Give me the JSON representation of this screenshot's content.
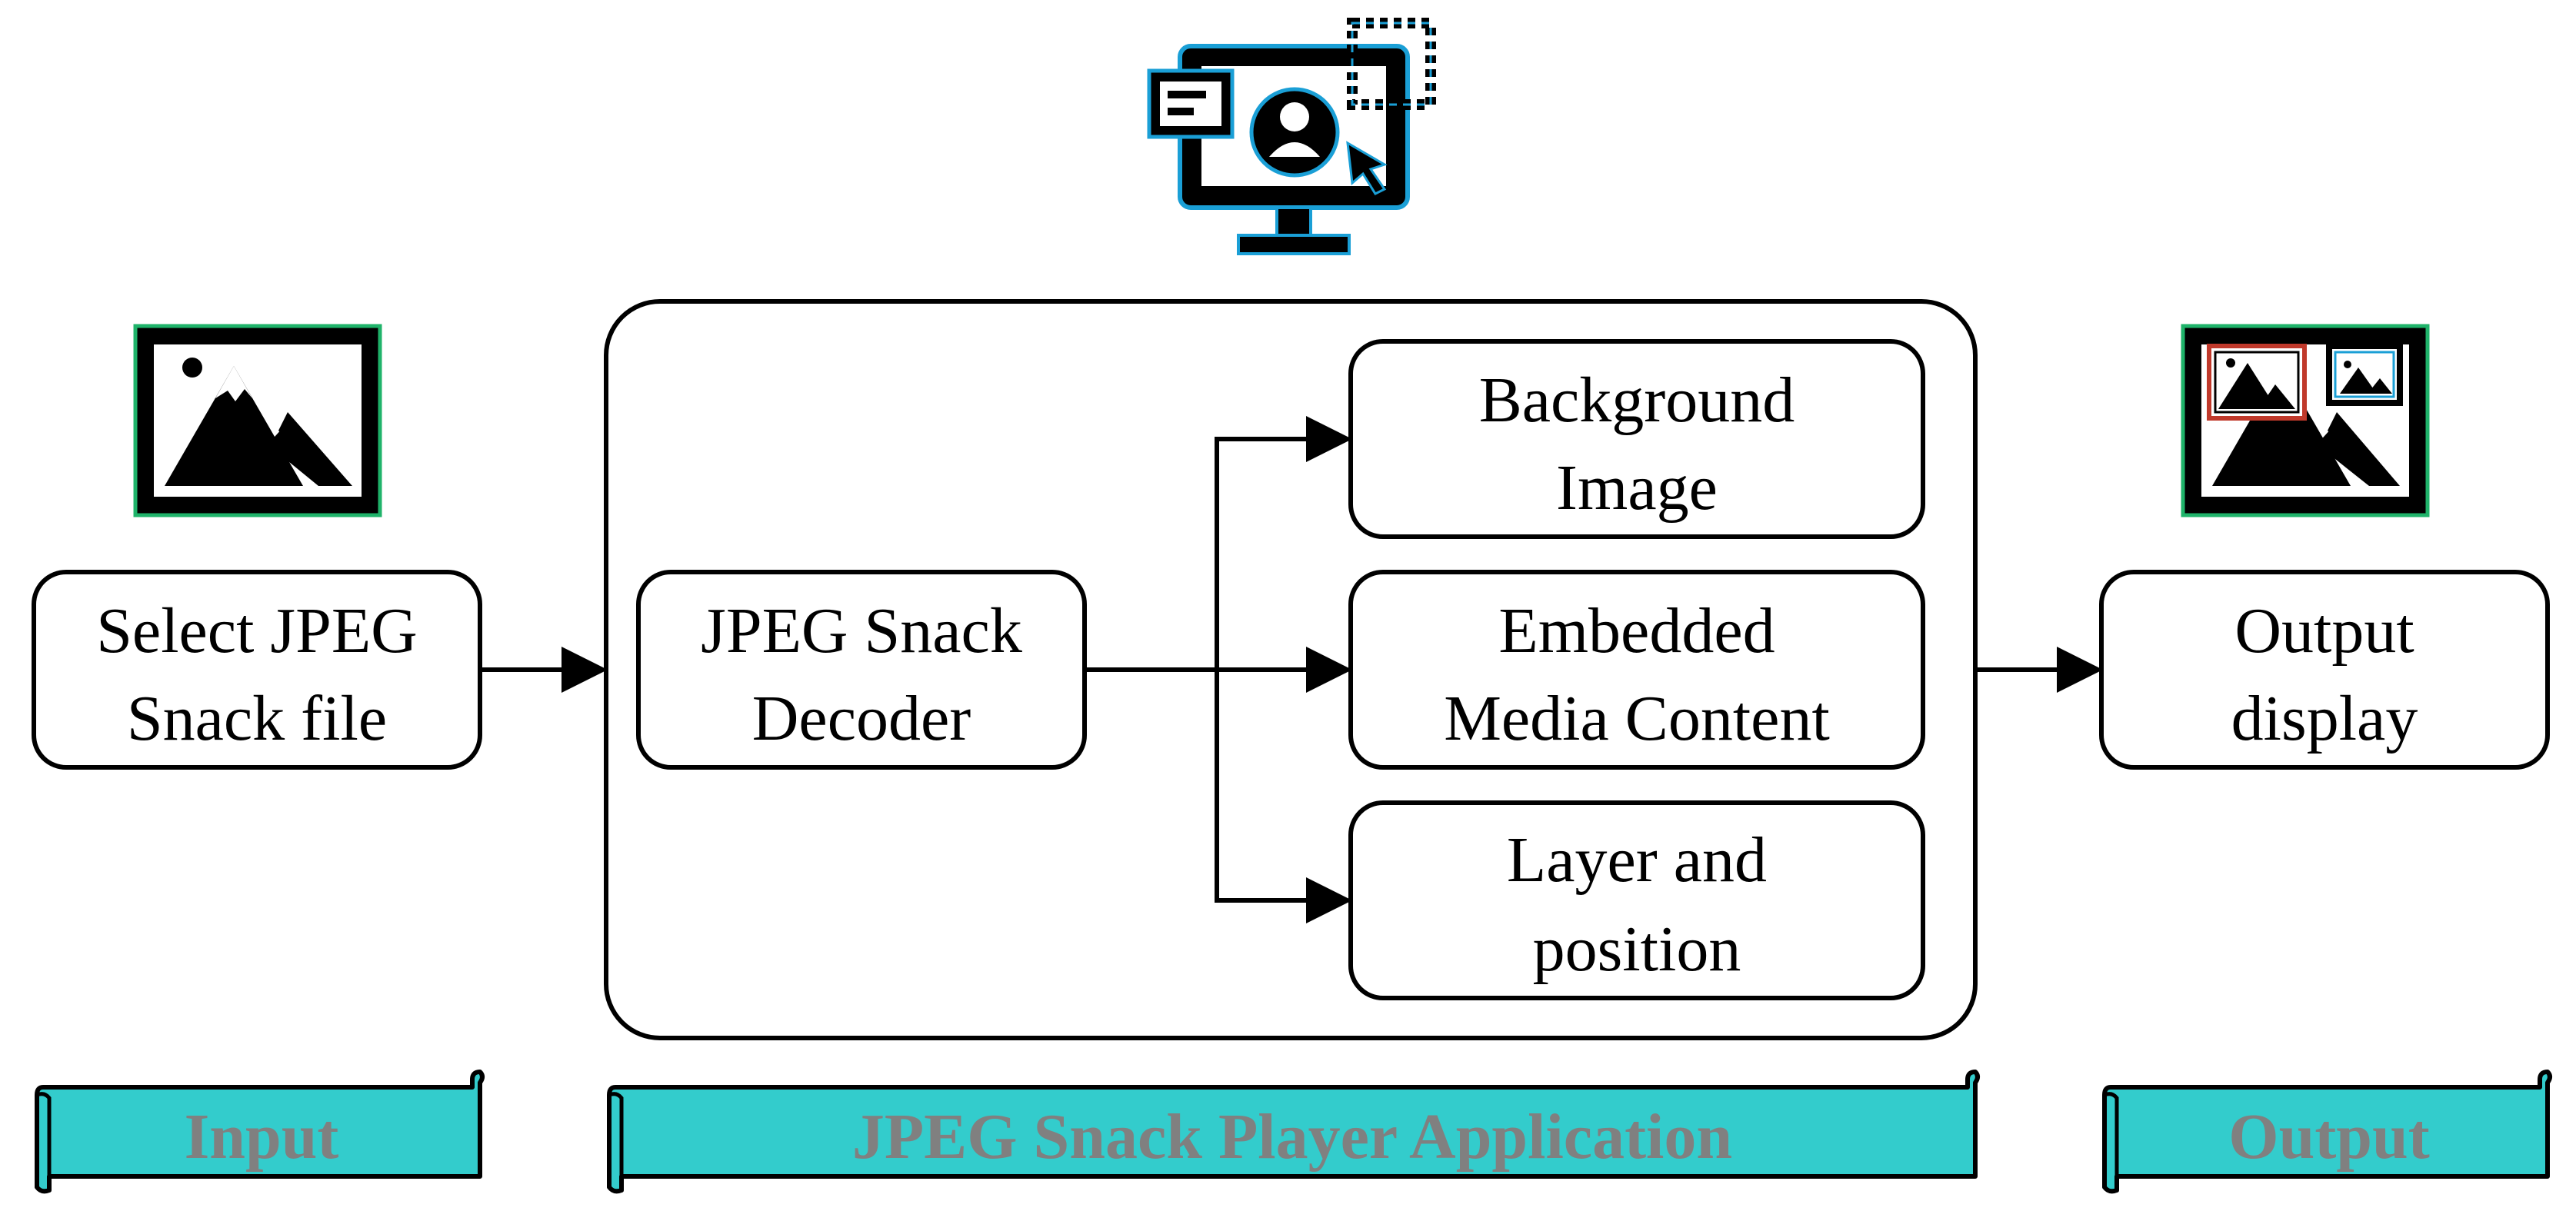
{
  "colors": {
    "stroke": "#000000",
    "banner_fill": "#33CCCC",
    "banner_text": "#808080",
    "icon_green": "#1FB36A",
    "icon_blue": "#1A9FD6",
    "icon_red": "#C0392B"
  },
  "input": {
    "box": {
      "line1": "Select JPEG",
      "line2": "Snack file"
    },
    "banner": "Input",
    "icon": "image-file-icon"
  },
  "player": {
    "decoder": {
      "line1": "JPEG Snack",
      "line2": "Decoder"
    },
    "outputs": [
      {
        "line1": "Background",
        "line2": "Image"
      },
      {
        "line1": "Embedded",
        "line2": "Media Content"
      },
      {
        "line1": "Layer and",
        "line2": "position"
      }
    ],
    "banner": "JPEG Snack Player Application",
    "icon": "monitor-user-icon"
  },
  "output": {
    "box": {
      "line1": "Output",
      "line2": "display"
    },
    "banner": "Output",
    "icon": "layered-image-icon"
  }
}
